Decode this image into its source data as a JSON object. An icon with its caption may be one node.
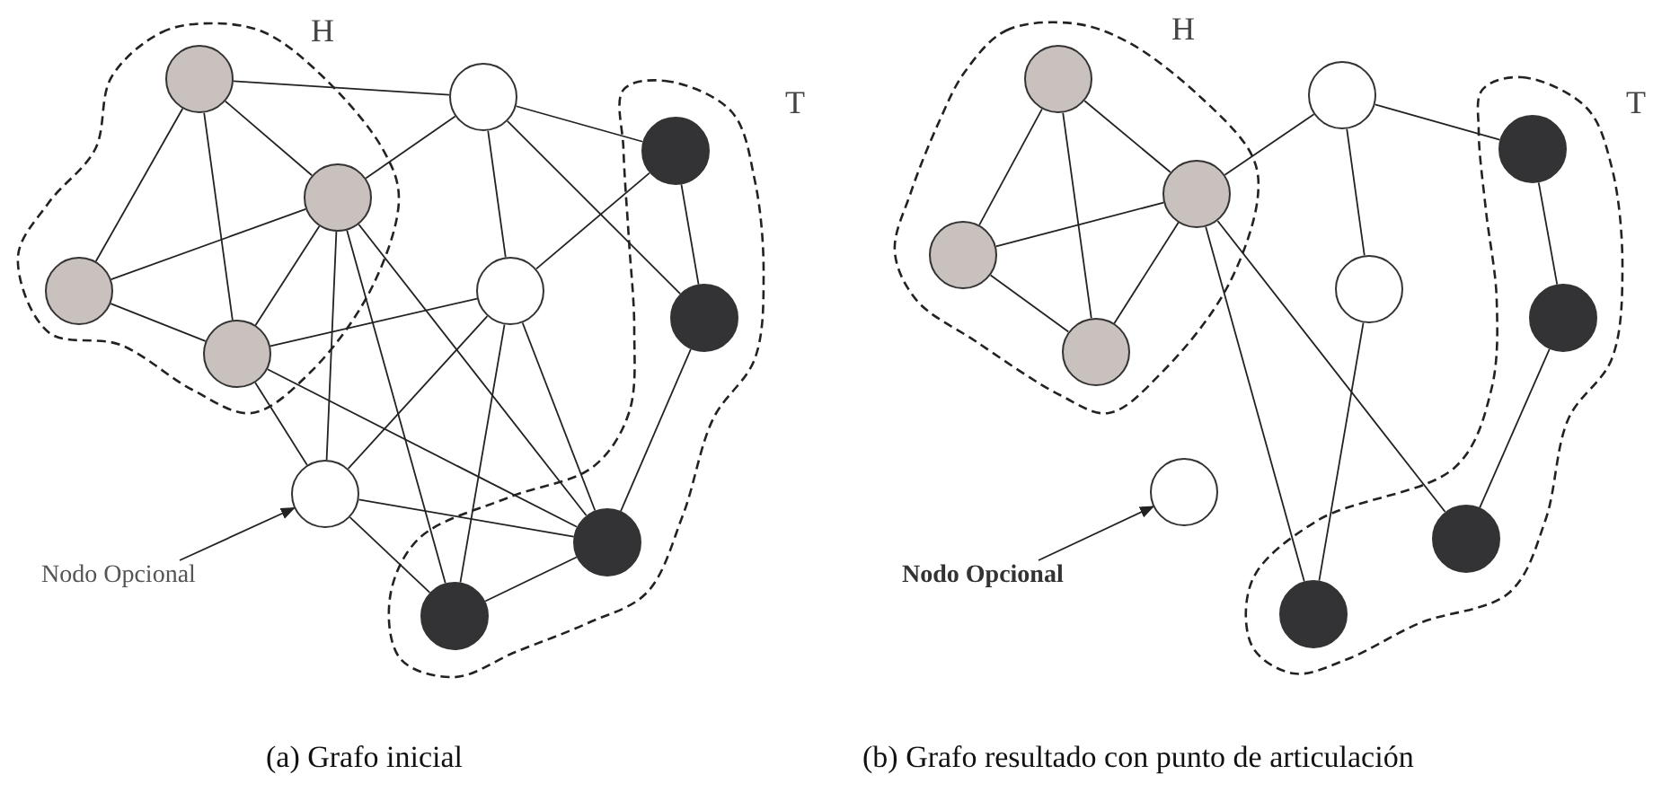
{
  "diagram": {
    "nodes": [
      {
        "text": [
          "H"
        ]
      },
      {
        "text": [],
        "shape": "circle",
        "in": 0
      },
      {
        "text": [],
        "shape": "circle",
        "in": 0
      },
      {
        "text": [],
        "shape": "circle",
        "in": 0
      },
      {
        "text": [],
        "shape": "circle",
        "in": 0
      },
      {
        "text": [],
        "shape": "circle"
      },
      {
        "text": [],
        "shape": "circle"
      },
      {
        "text": [],
        "shape": "circle"
      },
      {
        "text": [
          "T"
        ]
      },
      {
        "text": [],
        "shape": "circle",
        "in": 8
      },
      {
        "text": [],
        "shape": "circle",
        "in": 8
      },
      {
        "text": [],
        "shape": "circle",
        "in": 8
      },
      {
        "text": [],
        "shape": "circle",
        "in": 8
      },
      {
        "text": [
          "Nodo Opcional"
        ]
      },
      {
        "text": [
          "H"
        ]
      },
      {
        "text": [],
        "shape": "circle",
        "in": 14
      },
      {
        "text": [],
        "shape": "circle",
        "in": 14
      },
      {
        "text": [],
        "shape": "circle",
        "in": 14
      },
      {
        "text": [],
        "shape": "circle",
        "in": 14
      },
      {
        "text": [],
        "shape": "circle"
      },
      {
        "text": [],
        "shape": "circle"
      },
      {
        "text": [],
        "shape": "circle"
      },
      {
        "text": [
          "T"
        ]
      },
      {
        "text": [],
        "shape": "circle",
        "in": 22
      },
      {
        "text": [],
        "shape": "circle",
        "in": 22
      },
      {
        "text": [],
        "shape": "circle",
        "in": 22
      },
      {
        "text": [],
        "shape": "circle",
        "in": 22
      },
      {
        "text": [
          "Nodo Opcional"
        ]
      }
    ],
    "edges": [
      {
        "from": 1,
        "to": 5,
        "arrow": "none"
      },
      {
        "from": 1,
        "to": 3,
        "arrow": "none"
      },
      {
        "from": 1,
        "to": 4,
        "arrow": "none"
      },
      {
        "from": 1,
        "to": 2,
        "arrow": "none"
      },
      {
        "from": 2,
        "to": 5,
        "arrow": "none"
      },
      {
        "from": 2,
        "to": 3,
        "arrow": "none"
      },
      {
        "from": 2,
        "to": 4,
        "arrow": "none"
      },
      {
        "from": 2,
        "to": 7,
        "arrow": "none"
      },
      {
        "from": 2,
        "to": 12,
        "arrow": "none"
      },
      {
        "from": 2,
        "to": 11,
        "arrow": "none"
      },
      {
        "from": 3,
        "to": 4,
        "arrow": "none"
      },
      {
        "from": 4,
        "to": 6,
        "arrow": "none"
      },
      {
        "from": 4,
        "to": 7,
        "arrow": "none"
      },
      {
        "from": 4,
        "to": 11,
        "arrow": "none"
      },
      {
        "from": 5,
        "to": 6,
        "arrow": "none"
      },
      {
        "from": 5,
        "to": 9,
        "arrow": "none"
      },
      {
        "from": 5,
        "to": 10,
        "arrow": "none"
      },
      {
        "from": 6,
        "to": 9,
        "arrow": "none"
      },
      {
        "from": 6,
        "to": 7,
        "arrow": "none"
      },
      {
        "from": 6,
        "to": 12,
        "arrow": "none"
      },
      {
        "from": 6,
        "to": 11,
        "arrow": "none"
      },
      {
        "from": 7,
        "to": 11,
        "arrow": "none"
      },
      {
        "from": 7,
        "to": 12,
        "arrow": "none"
      },
      {
        "from": 9,
        "to": 10,
        "arrow": "none"
      },
      {
        "from": 10,
        "to": 11,
        "arrow": "none"
      },
      {
        "from": 11,
        "to": 12,
        "arrow": "none"
      },
      {
        "from": 13,
        "to": 7,
        "arrow": "to"
      },
      {
        "from": 15,
        "to": 17,
        "arrow": "none"
      },
      {
        "from": 15,
        "to": 18,
        "arrow": "none"
      },
      {
        "from": 15,
        "to": 16,
        "arrow": "none"
      },
      {
        "from": 16,
        "to": 17,
        "arrow": "none"
      },
      {
        "from": 16,
        "to": 18,
        "arrow": "none"
      },
      {
        "from": 17,
        "to": 18,
        "arrow": "none"
      },
      {
        "from": 16,
        "to": 19,
        "arrow": "none"
      },
      {
        "from": 16,
        "to": 26,
        "arrow": "none"
      },
      {
        "from": 16,
        "to": 25,
        "arrow": "none"
      },
      {
        "from": 19,
        "to": 20,
        "arrow": "none"
      },
      {
        "from": 19,
        "to": 23,
        "arrow": "none"
      },
      {
        "from": 20,
        "to": 26,
        "arrow": "none"
      },
      {
        "from": 23,
        "to": 24,
        "arrow": "none"
      },
      {
        "from": 24,
        "to": 25,
        "arrow": "none"
      },
      {
        "from": 27,
        "to": 21,
        "arrow": "to"
      }
    ],
    "labels": [
      "(a) Grafo inicial",
      "(b) Grafo resultado con punto de articulación"
    ]
  }
}
